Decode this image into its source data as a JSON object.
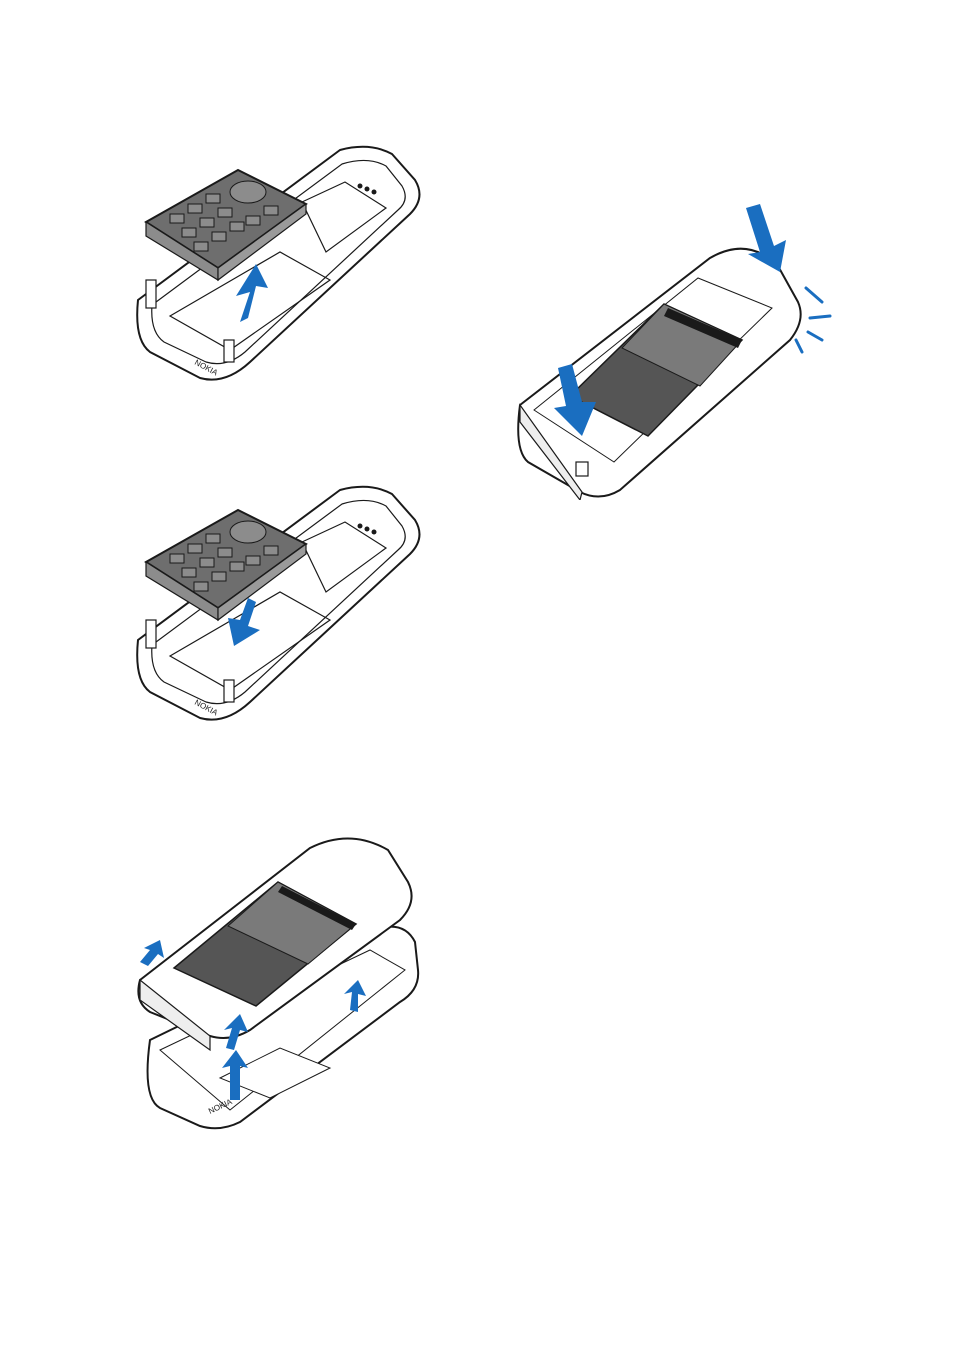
{
  "document": {
    "kind": "manual-illustration-page"
  },
  "colors": {
    "arrow_blue": "#1a6ec0",
    "outline": "#1a1a1a",
    "keymat_dark": "#6e6e6e",
    "keymat_mid": "#8c8c8c",
    "battery_dark": "#555555",
    "battery_mid": "#7a7a7a",
    "shell_fill": "#ffffff",
    "shadow_gray": "#d9d9d9"
  },
  "figures": [
    {
      "id": "fig-keymat-removal",
      "arrow_direction": "up",
      "brand_mark": "NOKIA"
    },
    {
      "id": "fig-keymat-insertion",
      "arrow_direction": "down",
      "brand_mark": "NOKIA"
    },
    {
      "id": "fig-front-cover-removal",
      "arrow_direction": "up",
      "brand_mark": "NOKIA"
    },
    {
      "id": "fig-front-cover-attach",
      "arrow_direction": "down"
    }
  ],
  "icons": {
    "arrow": "block-arrow-icon",
    "click": "click-burst-icon"
  }
}
